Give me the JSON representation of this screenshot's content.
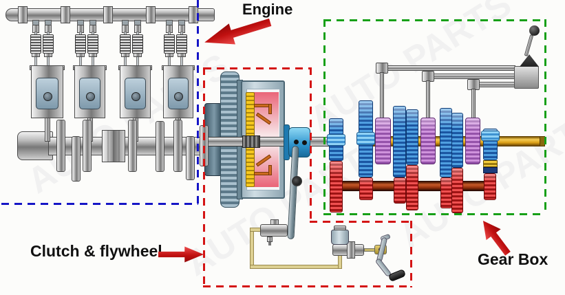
{
  "sections": [
    {
      "id": "engine",
      "label": "Engine",
      "outline_color": "#1515c6"
    },
    {
      "id": "clutch",
      "label": "Clutch & flywheel",
      "outline_color": "#d41414"
    },
    {
      "id": "gearbox",
      "label": "Gear Box",
      "outline_color": "#17a017"
    }
  ],
  "watermark": {
    "text": "AUTO PARTS"
  },
  "colors": {
    "background": "#fcfcfa",
    "callout_arrow": "#c01010",
    "label_text": "#101010",
    "flywheel_ring": "#7b97a6",
    "clutch_springs": "#f2c21c",
    "pressure_plate": "#d02840",
    "release_bearing": "#2f9fd8",
    "input_shaft": "#b9b9b9",
    "main_shaft_gold": "#dca018",
    "countershaft": "#90300c",
    "gear_blue": "#1b56a2",
    "gear_red": "#9e1414",
    "synchro_purple": "#9553aa",
    "hydraulic_line": "#ddd092"
  }
}
